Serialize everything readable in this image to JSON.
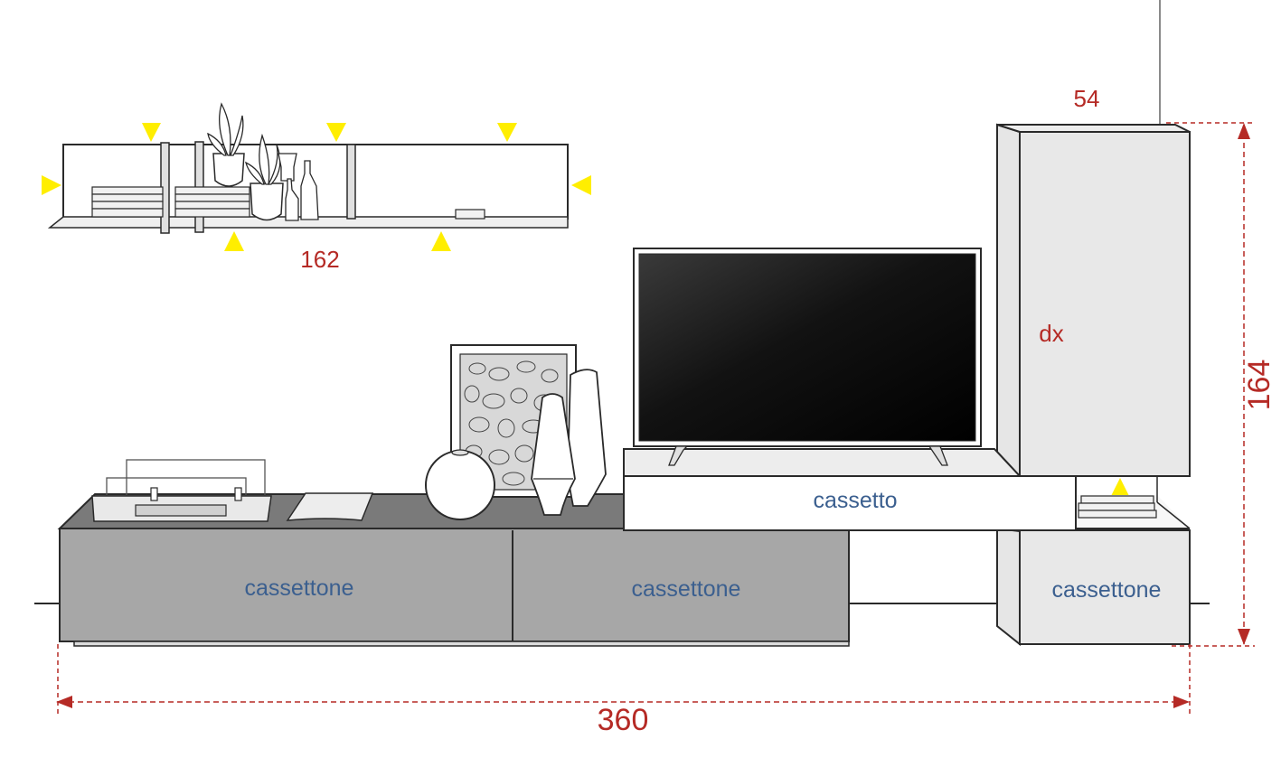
{
  "colors": {
    "dimension": "#b52a25",
    "label": "#3b5f8f",
    "marker": "#ffee00",
    "cabinet_gray": "#a7a7a7",
    "panel_light": "#e8e8e8",
    "outline": "#2a2a2a"
  },
  "dimensions": {
    "total_width": "360",
    "shelf_width": "162",
    "column_width": "54",
    "column_height": "164"
  },
  "labels": {
    "drawer_left": "cassettone",
    "drawer_middle": "cassettone",
    "drawer_right": "cassettone",
    "tv_drawer": "cassetto",
    "column_side": "dx"
  },
  "markers": {
    "shelf": [
      "down",
      "down",
      "down",
      "right",
      "left",
      "up",
      "up"
    ],
    "column_niche": [
      "up"
    ]
  }
}
